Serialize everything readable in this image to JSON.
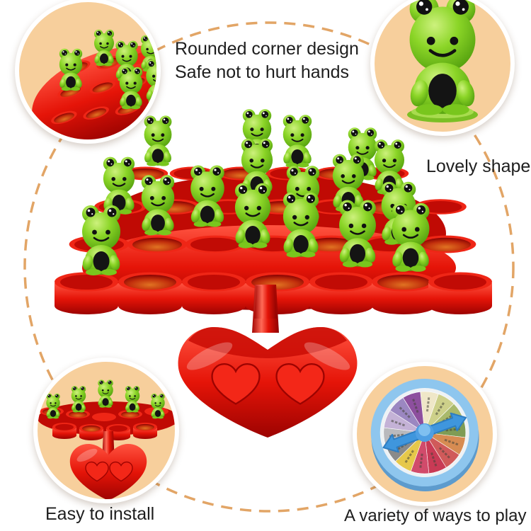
{
  "captions": {
    "rounded_corner": {
      "line1": "Rounded corner design",
      "line2": "Safe not to hurt hands"
    },
    "lovely_shape": "Lovely shape",
    "easy_install": "Easy to install",
    "variety_play": "A variety of ways to play"
  },
  "figures": {
    "main": "frog-balance-tree",
    "top_left": "tray-rounded-corner-closeup",
    "top_right": "single-frog-figure",
    "bottom_left": "assembled-tree-with-base",
    "bottom_right": "spinner-wheel"
  },
  "colors": {
    "background": "#ffffff",
    "callout_bg": "#f7cf9c",
    "dashed_ring": "#e2a566",
    "product_red": "#e51408",
    "frog_green": "#8bd527",
    "spinner_rim": "#8ec6ee",
    "spinner_arrow": "#3f96dd",
    "text": "#1e1e1e"
  },
  "spinner": {
    "wedge_colors": [
      "#efe7c8",
      "#cdd08a",
      "#a9b96b",
      "#7f9c55",
      "#d78c52",
      "#d05a5a",
      "#c93a55",
      "#d14b6b",
      "#e6c84a",
      "#8a8a8a",
      "#b9b9bd",
      "#c4b2d6",
      "#9b87c1",
      "#8d4f9e"
    ]
  }
}
